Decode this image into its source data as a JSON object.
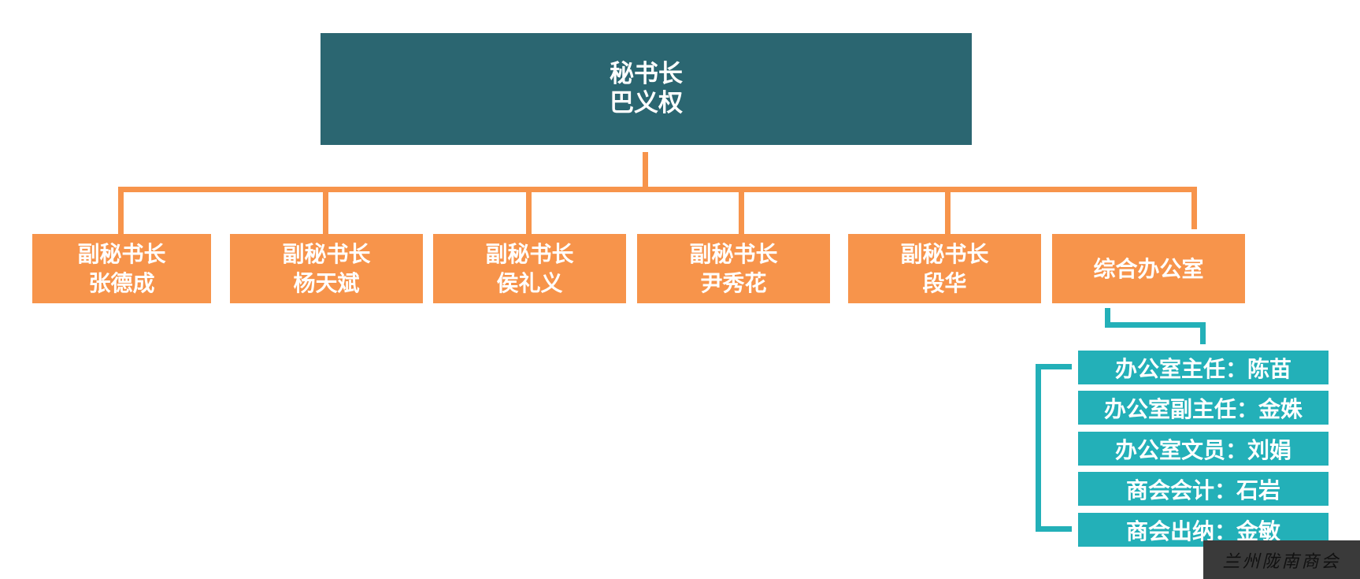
{
  "top": {
    "title": "秘书长",
    "name": "巴义权"
  },
  "deputies": [
    {
      "title": "副秘书长",
      "name": "张德成"
    },
    {
      "title": "副秘书长",
      "name": "杨天斌"
    },
    {
      "title": "副秘书长",
      "name": "侯礼义"
    },
    {
      "title": "副秘书长",
      "name": "尹秀花"
    },
    {
      "title": "副秘书长",
      "name": "段华"
    }
  ],
  "office": {
    "title": "综合办公室"
  },
  "staff": [
    "办公室主任：陈苗",
    "办公室副主任：金姝",
    "办公室文员：刘娟",
    "商会会计：石岩",
    "商会出纳：金敏"
  ],
  "watermark": "兰州陇南商会",
  "colors": {
    "top": "#2b6671",
    "deputy": "#f7944b",
    "staff": "#23b0b8",
    "connector_orange": "#f7944b",
    "connector_teal": "#23b0b8"
  }
}
